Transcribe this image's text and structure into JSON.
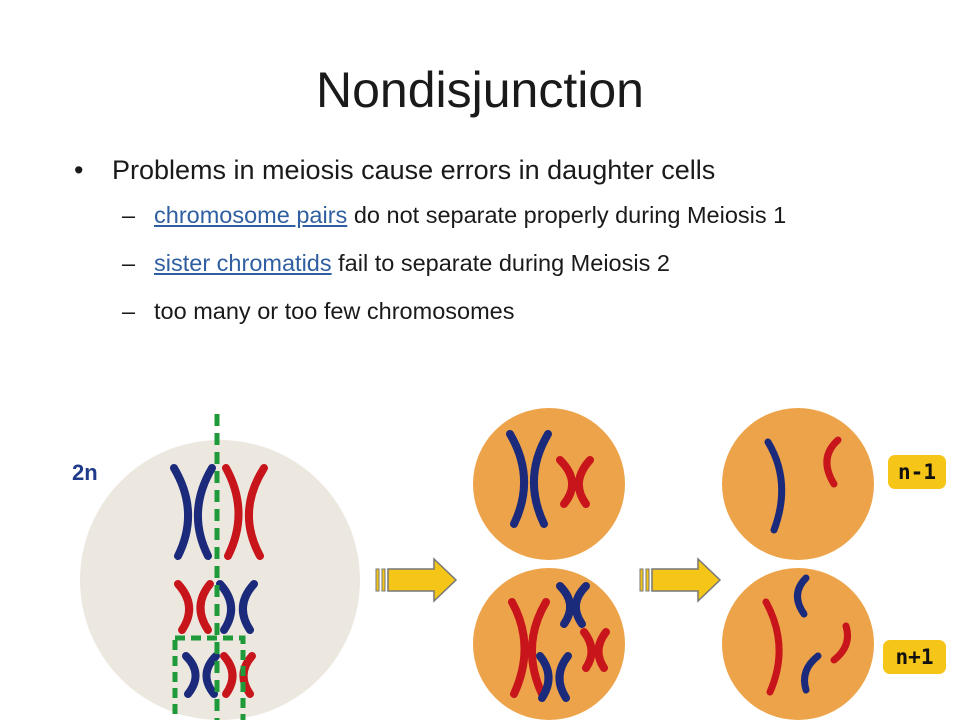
{
  "slide": {
    "title": "Nondisjunction",
    "bullet": "Problems in meiosis cause errors in daughter cells",
    "sub_bullets": [
      {
        "link": "chromosome pairs",
        "text": " do not separate properly during Meiosis 1"
      },
      {
        "link": "sister chromatids",
        "text": " fail to separate during Meiosis 2"
      },
      {
        "link": "",
        "text": "too many or too few chromosomes"
      }
    ]
  },
  "diagram": {
    "parent_label": "2n",
    "result_labels": [
      "n-1",
      "n+1"
    ],
    "colors": {
      "chromosome_a": "#1b2a7a",
      "chromosome_b": "#c8141b",
      "parent_cell": "#ece8df",
      "daughter_cell": "#eda34a",
      "division_line": "#1f9a3a",
      "arrow": "#f5c518",
      "label_bg": "#f5c518"
    },
    "icons": [
      "right-arrow-icon",
      "right-arrow-icon"
    ]
  }
}
